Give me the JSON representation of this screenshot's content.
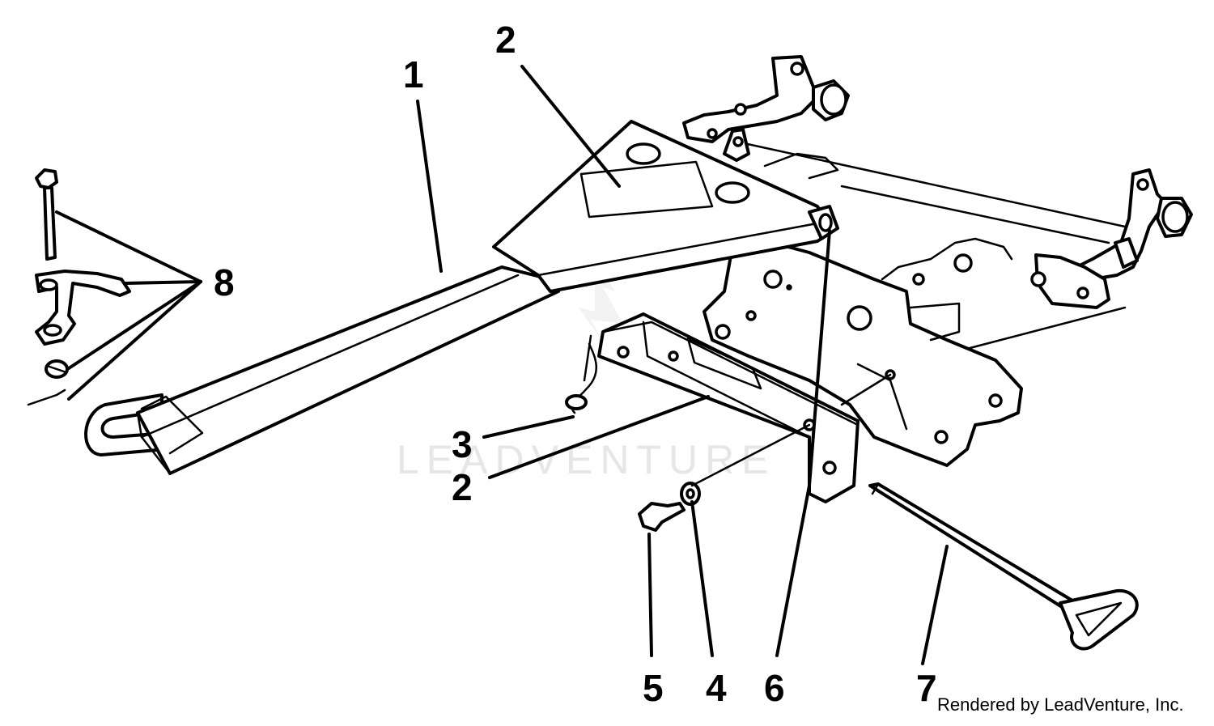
{
  "watermark": {
    "text": "LEADVENTURE"
  },
  "credit": "Rendered by LeadVenture, Inc.",
  "callouts": [
    {
      "id": "c1",
      "label": "1"
    },
    {
      "id": "c2a",
      "label": "2"
    },
    {
      "id": "c2b",
      "label": "2"
    },
    {
      "id": "c3",
      "label": "3"
    },
    {
      "id": "c4",
      "label": "4"
    },
    {
      "id": "c5",
      "label": "5"
    },
    {
      "id": "c6",
      "label": "6"
    },
    {
      "id": "c7",
      "label": "7"
    },
    {
      "id": "c8",
      "label": "8"
    }
  ]
}
